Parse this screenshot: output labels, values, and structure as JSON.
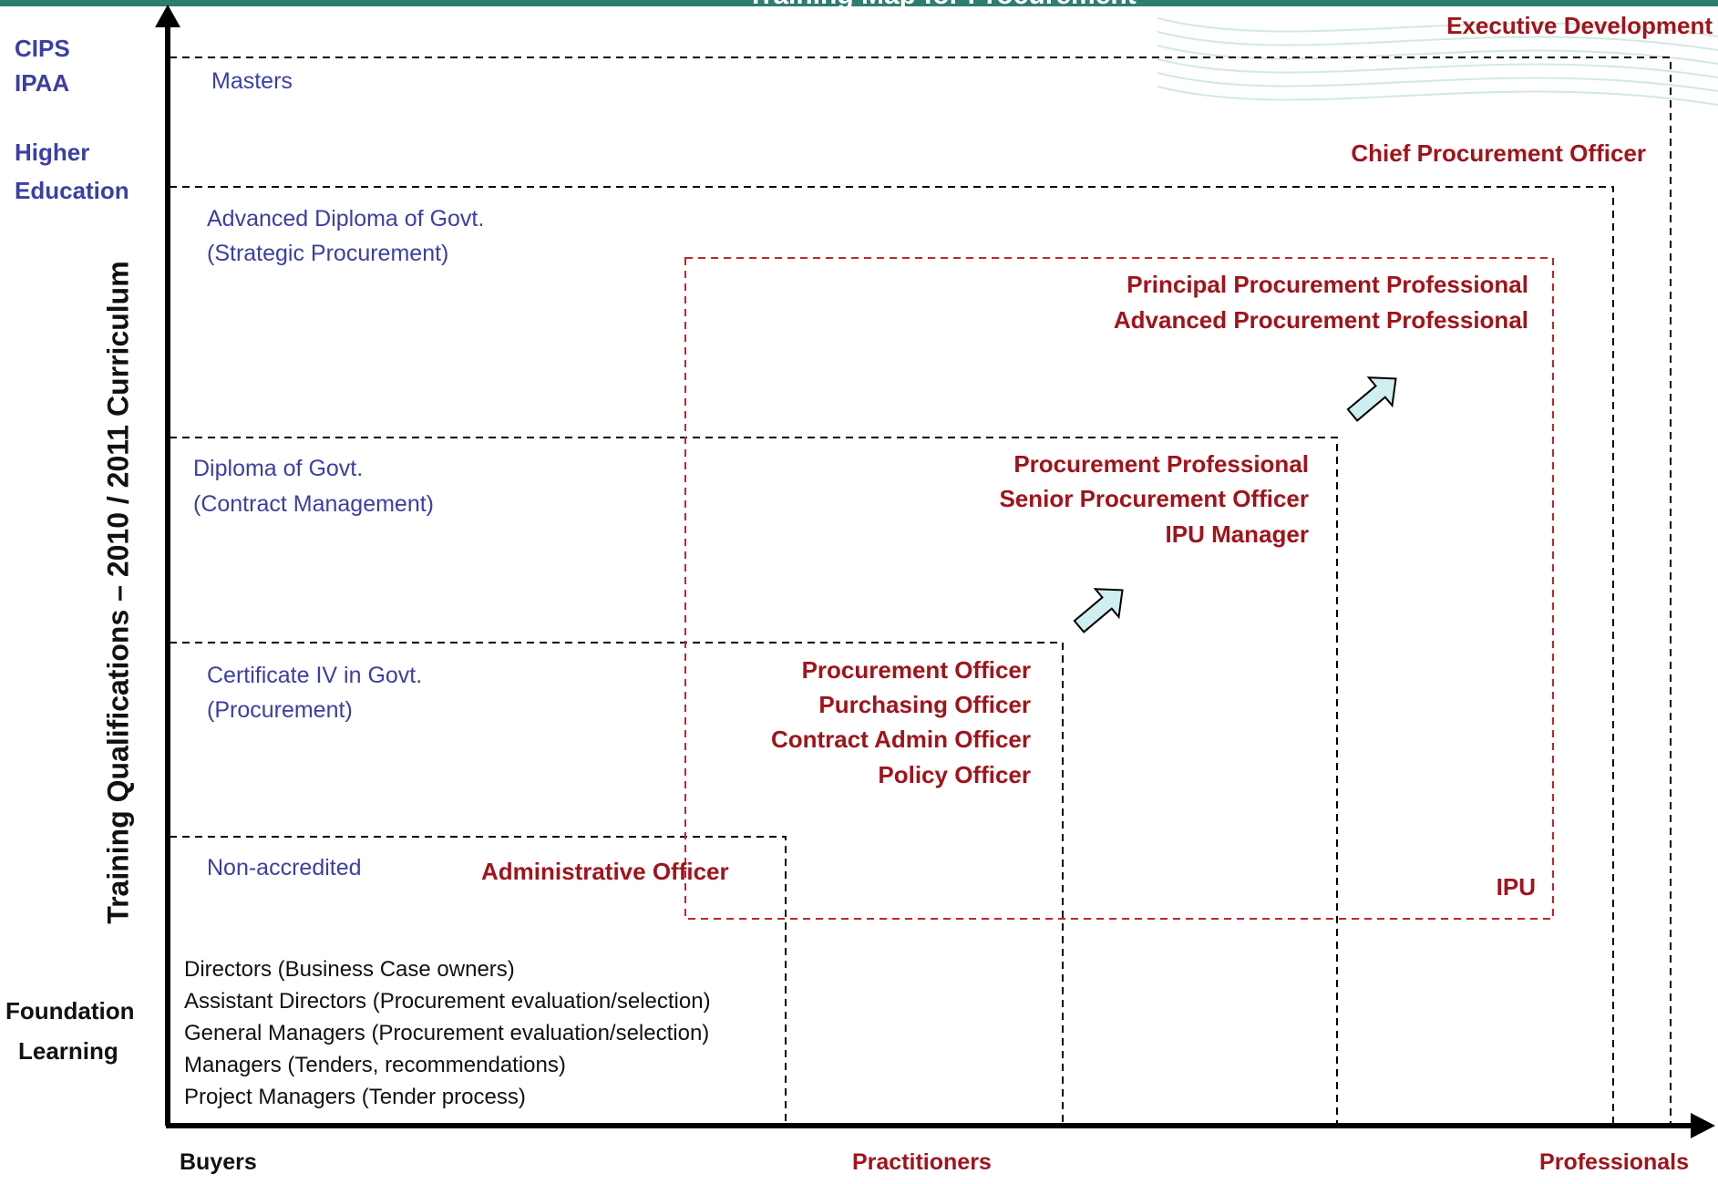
{
  "header": {
    "title": "Training Map for Procurement"
  },
  "y_axis_label": "Training Qualifications – 2010 / 2011 Curriculum",
  "x_axis": {
    "left": "Buyers",
    "middle": "Practitioners",
    "right": "Professionals"
  },
  "providers": {
    "line1": "CIPS",
    "line2": "IPAA",
    "higher1": "Higher",
    "higher2": "Education"
  },
  "foundation": {
    "line1": "Foundation",
    "line2": "Learning"
  },
  "qualifications": {
    "masters": "Masters",
    "adv_diploma_1": "Advanced Diploma of Govt.",
    "adv_diploma_2": "(Strategic Procurement)",
    "diploma_1": "Diploma of Govt.",
    "diploma_2": "(Contract Management)",
    "cert4_1": "Certificate IV in Govt.",
    "cert4_2": "(Procurement)",
    "non_accredited": "Non-accredited"
  },
  "roles": {
    "executive": "Executive Development",
    "cpo": "Chief Procurement Officer",
    "principal": "Principal Procurement Professional",
    "advanced": "Advanced Procurement Professional",
    "proc_professional": "Procurement Professional",
    "senior_officer": "Senior Procurement Officer",
    "ipu_manager": "IPU Manager",
    "proc_officer": "Procurement Officer",
    "purchasing_officer": "Purchasing Officer",
    "contract_admin": "Contract Admin Officer",
    "policy_officer": "Policy Officer",
    "admin_officer": "Administrative Officer",
    "ipu": "IPU"
  },
  "foundation_roles": [
    "Directors (Business Case owners)",
    "Assistant Directors (Procurement evaluation/selection)",
    "General Managers (Procurement evaluation/selection)",
    "Managers (Tenders, recommendations)",
    "Project Managers (Tender process)"
  ],
  "colors": {
    "qualification": "#3b3fa4",
    "role": "#a0141b",
    "header": "#2f7d6d",
    "arrow_fill": "#cfeef0"
  }
}
